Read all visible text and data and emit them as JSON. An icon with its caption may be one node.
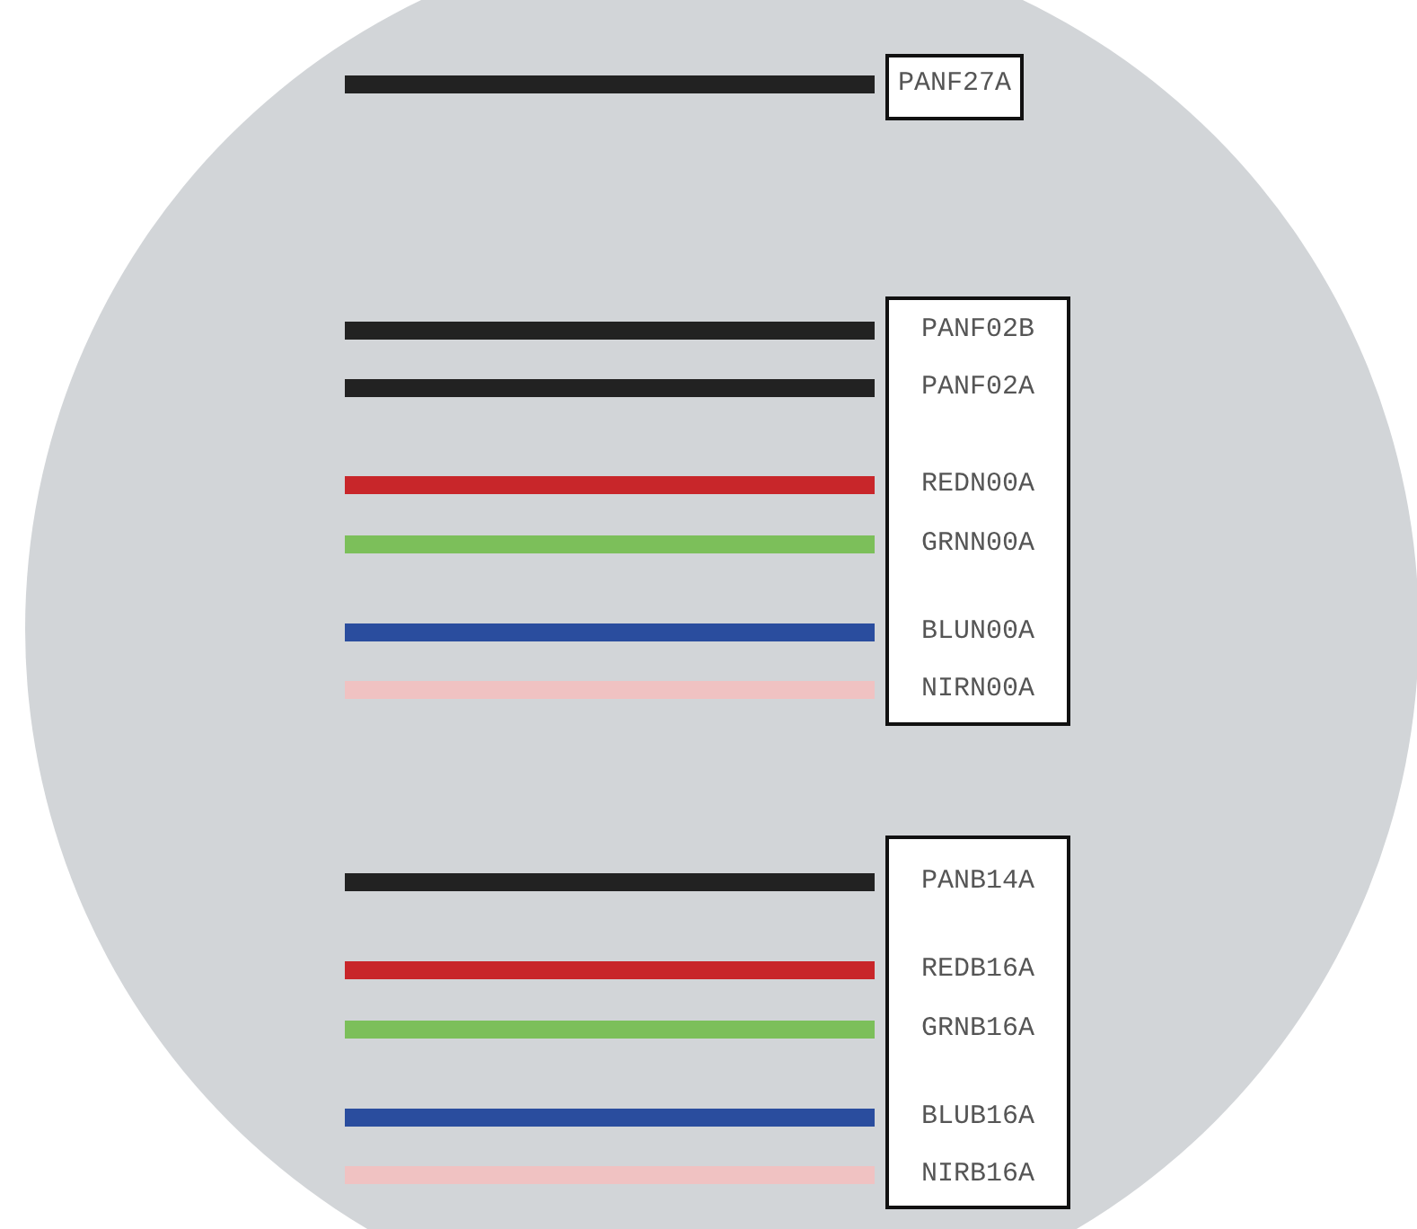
{
  "diagram": {
    "nodes": [
      {
        "text": [
          "PANF27A"
        ]
      },
      {
        "text": [
          "PANF02B",
          "PANF02A",
          "REDN00A",
          "GRNN00A",
          "BLUN00A",
          "NIRN00A"
        ]
      },
      {
        "text": [
          "PANB14A",
          "REDB16A",
          "GRNB16A",
          "BLUB16A",
          "NIRB16A"
        ]
      }
    ]
  }
}
